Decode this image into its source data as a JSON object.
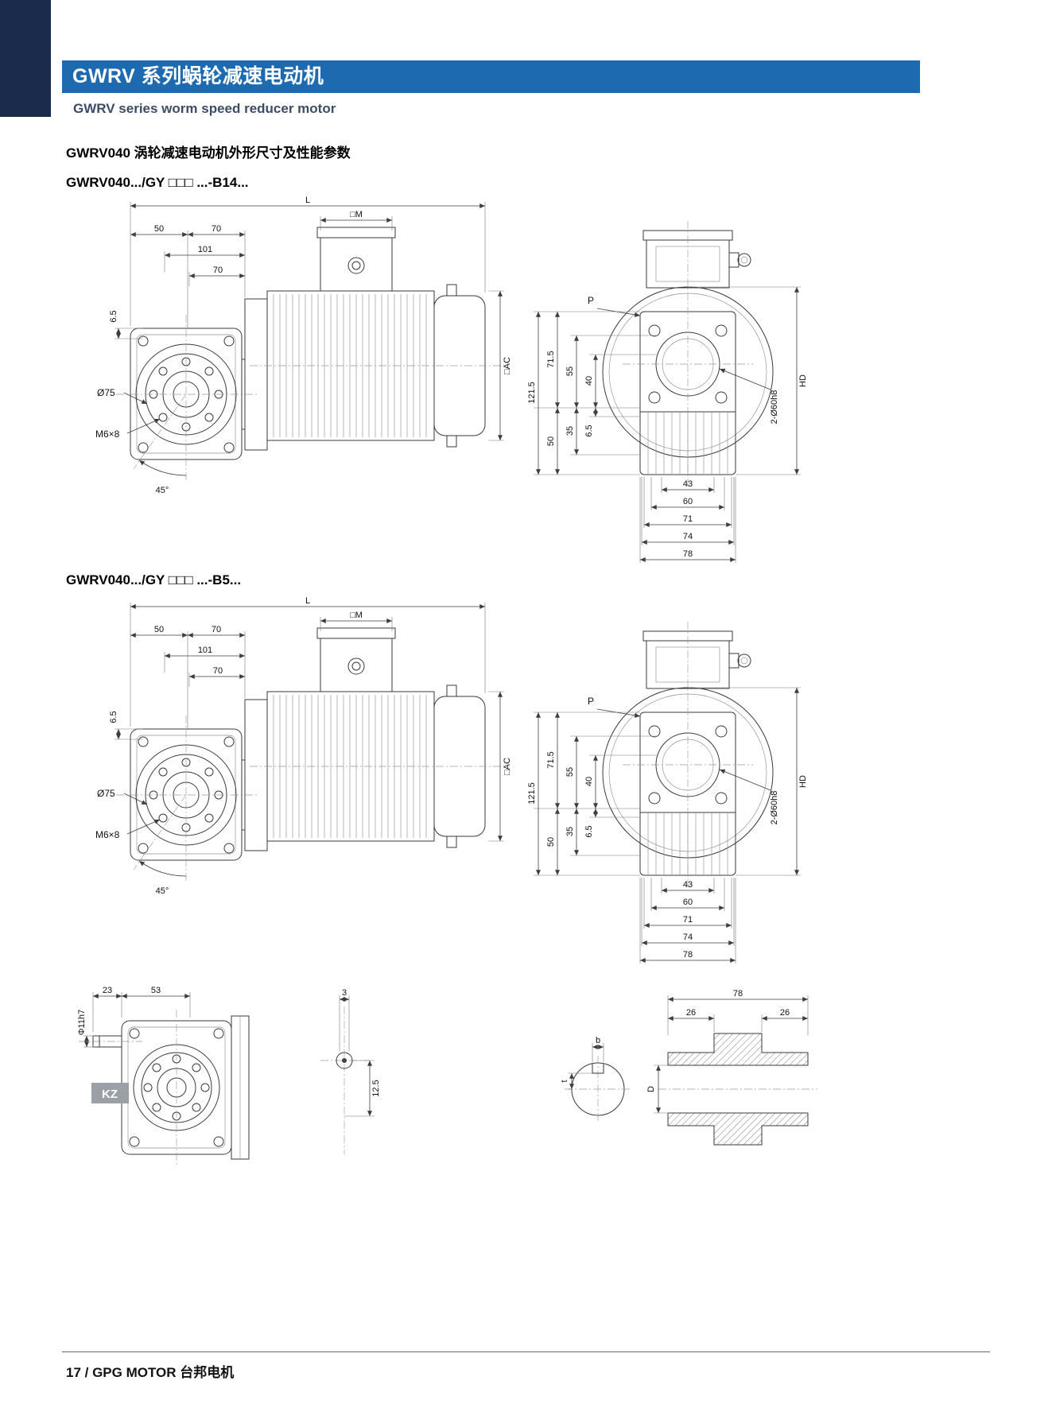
{
  "header": {
    "title": "GWRV 系列蜗轮减速电动机",
    "subtitle": "GWRV series worm speed reducer motor"
  },
  "section": {
    "heading": "GWRV040 涡轮减速电动机外形尺寸及性能参数",
    "model_b14": "GWRV040.../GY □□□ ...-B14...",
    "model_b5": "GWRV040.../GY □□□ ...-B5..."
  },
  "side_view": {
    "L": "L",
    "d50": "50",
    "d70_top": "70",
    "d101": "101",
    "d70_mid": "70",
    "d6_5": "6.5",
    "dia75": "Ø75",
    "m6x8": "M6×8",
    "a45": "45°",
    "sqM": "□M",
    "sqAC": "□AC"
  },
  "front_view": {
    "P": "P",
    "d121_5": "121.5",
    "d71_5": "71.5",
    "d55": "55",
    "d40": "40",
    "d35": "35",
    "d50": "50",
    "d6_5": "6.5",
    "HD": "HD",
    "bore": "2-Ø60h8",
    "d43": "43",
    "d60": "60",
    "d71": "71",
    "d74": "74",
    "d78": "78"
  },
  "kz_view": {
    "d23": "23",
    "d53": "53",
    "shaft": "Φ11h7",
    "label": "KZ"
  },
  "key_view": {
    "d3": "3",
    "d12_5": "12.5"
  },
  "shaft_view": {
    "d78": "78",
    "d26_left": "26",
    "d26_right": "26",
    "b": "b",
    "t": "t",
    "D": "D"
  },
  "footer": {
    "text": "17 / GPG MOTOR 台邦电机"
  }
}
